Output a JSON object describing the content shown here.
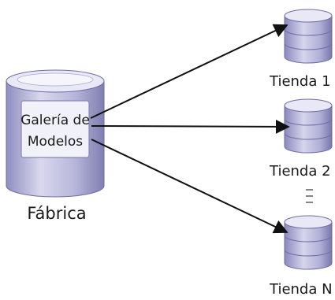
{
  "source": {
    "label": "Fábrica",
    "inner_line1": "Galería de",
    "inner_line2": "Modelos"
  },
  "stores": [
    {
      "label": "Tienda 1"
    },
    {
      "label": "Tienda 2"
    },
    {
      "label": "Tienda N"
    }
  ],
  "colors": {
    "db_light": "#e6e6f3",
    "db_mid": "#b7b6da",
    "db_dark": "#8483b4",
    "arrow": "#111111",
    "text": "#1a1a1a"
  }
}
